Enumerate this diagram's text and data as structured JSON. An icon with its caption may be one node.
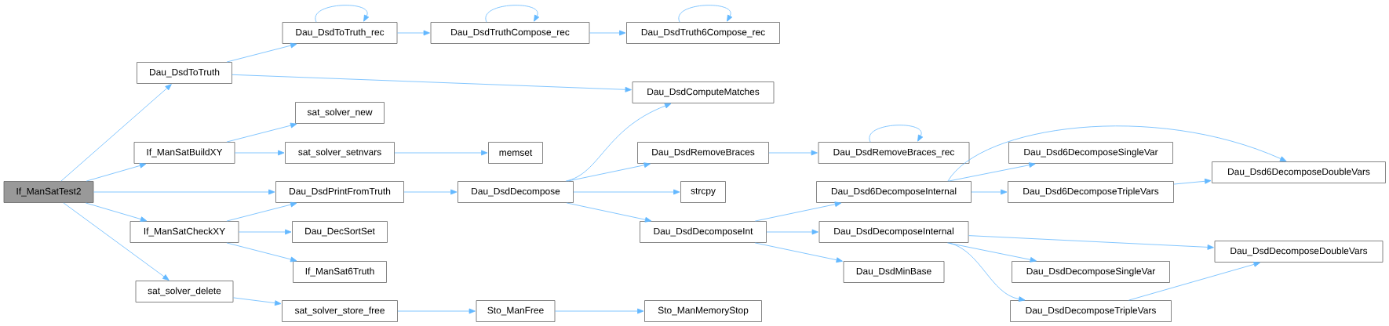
{
  "diagram": {
    "nodes": [
      {
        "text": [
          "If_ManSatTest2"
        ]
      },
      {
        "text": [
          "Dau_DsdToTruth"
        ]
      },
      {
        "text": [
          "If_ManSatBuildXY"
        ]
      },
      {
        "text": [
          "If_ManSatCheckXY"
        ]
      },
      {
        "text": [
          "sat_solver_delete"
        ]
      },
      {
        "text": [
          "Dau_DsdToTruth_rec"
        ]
      },
      {
        "text": [
          "sat_solver_new"
        ]
      },
      {
        "text": [
          "sat_solver_setnvars"
        ]
      },
      {
        "text": [
          "Dau_DsdPrintFromTruth"
        ]
      },
      {
        "text": [
          "Dau_DecSortSet"
        ]
      },
      {
        "text": [
          "If_ManSat6Truth"
        ]
      },
      {
        "text": [
          "sat_solver_store_free"
        ]
      },
      {
        "text": [
          "Dau_DsdTruthCompose_rec"
        ]
      },
      {
        "text": [
          "memset"
        ]
      },
      {
        "text": [
          "Dau_DsdDecompose"
        ]
      },
      {
        "text": [
          "Sto_ManFree"
        ]
      },
      {
        "text": [
          "Dau_DsdTruth6Compose_rec"
        ]
      },
      {
        "text": [
          "Dau_DsdComputeMatches"
        ]
      },
      {
        "text": [
          "Dau_DsdRemoveBraces"
        ]
      },
      {
        "text": [
          "strcpy"
        ]
      },
      {
        "text": [
          "Dau_DsdDecomposeInt"
        ]
      },
      {
        "text": [
          "Sto_ManMemoryStop"
        ]
      },
      {
        "text": [
          "Dau_DsdRemoveBraces_rec"
        ]
      },
      {
        "text": [
          "Dau_Dsd6DecomposeInternal"
        ]
      },
      {
        "text": [
          "Dau_DsdDecomposeInternal"
        ]
      },
      {
        "text": [
          "Dau_DsdMinBase"
        ]
      },
      {
        "text": [
          "Dau_Dsd6DecomposeSingleVar"
        ]
      },
      {
        "text": [
          "Dau_Dsd6DecomposeTripleVars"
        ]
      },
      {
        "text": [
          "Dau_DsdDecomposeSingleVar"
        ]
      },
      {
        "text": [
          "Dau_DsdDecomposeTripleVars"
        ]
      },
      {
        "text": [
          "Dau_Dsd6DecomposeDoubleVars"
        ]
      },
      {
        "text": [
          "Dau_DsdDecomposeDoubleVars"
        ]
      }
    ],
    "edges": [
      {
        "from": 0,
        "to": 1,
        "arrow": "to"
      },
      {
        "from": 0,
        "to": 2,
        "arrow": "to"
      },
      {
        "from": 0,
        "to": 8,
        "arrow": "to"
      },
      {
        "from": 0,
        "to": 3,
        "arrow": "to"
      },
      {
        "from": 0,
        "to": 4,
        "arrow": "to"
      },
      {
        "from": 1,
        "to": 5,
        "arrow": "to"
      },
      {
        "from": 1,
        "to": 17,
        "arrow": "to"
      },
      {
        "from": 5,
        "to": 5,
        "arrow": "to"
      },
      {
        "from": 5,
        "to": 12,
        "arrow": "to"
      },
      {
        "from": 12,
        "to": 12,
        "arrow": "to"
      },
      {
        "from": 12,
        "to": 16,
        "arrow": "to"
      },
      {
        "from": 16,
        "to": 16,
        "arrow": "to"
      },
      {
        "from": 2,
        "to": 6,
        "arrow": "to"
      },
      {
        "from": 2,
        "to": 7,
        "arrow": "to"
      },
      {
        "from": 7,
        "to": 13,
        "arrow": "to"
      },
      {
        "from": 3,
        "to": 8,
        "arrow": "to"
      },
      {
        "from": 3,
        "to": 9,
        "arrow": "to"
      },
      {
        "from": 3,
        "to": 10,
        "arrow": "to"
      },
      {
        "from": 8,
        "to": 14,
        "arrow": "to"
      },
      {
        "from": 4,
        "to": 11,
        "arrow": "to"
      },
      {
        "from": 11,
        "to": 15,
        "arrow": "to"
      },
      {
        "from": 15,
        "to": 21,
        "arrow": "to"
      },
      {
        "from": 14,
        "to": 17,
        "arrow": "to"
      },
      {
        "from": 14,
        "to": 18,
        "arrow": "to"
      },
      {
        "from": 14,
        "to": 19,
        "arrow": "to"
      },
      {
        "from": 14,
        "to": 20,
        "arrow": "to"
      },
      {
        "from": 18,
        "to": 22,
        "arrow": "to"
      },
      {
        "from": 22,
        "to": 22,
        "arrow": "to"
      },
      {
        "from": 20,
        "to": 23,
        "arrow": "to"
      },
      {
        "from": 20,
        "to": 24,
        "arrow": "to"
      },
      {
        "from": 20,
        "to": 25,
        "arrow": "to"
      },
      {
        "from": 23,
        "to": 30,
        "arrow": "to"
      },
      {
        "from": 23,
        "to": 26,
        "arrow": "to"
      },
      {
        "from": 23,
        "to": 27,
        "arrow": "to"
      },
      {
        "from": 27,
        "to": 30,
        "arrow": "to"
      },
      {
        "from": 24,
        "to": 31,
        "arrow": "to"
      },
      {
        "from": 24,
        "to": 28,
        "arrow": "to"
      },
      {
        "from": 24,
        "to": 29,
        "arrow": "to"
      },
      {
        "from": 29,
        "to": 31,
        "arrow": "to"
      }
    ]
  }
}
